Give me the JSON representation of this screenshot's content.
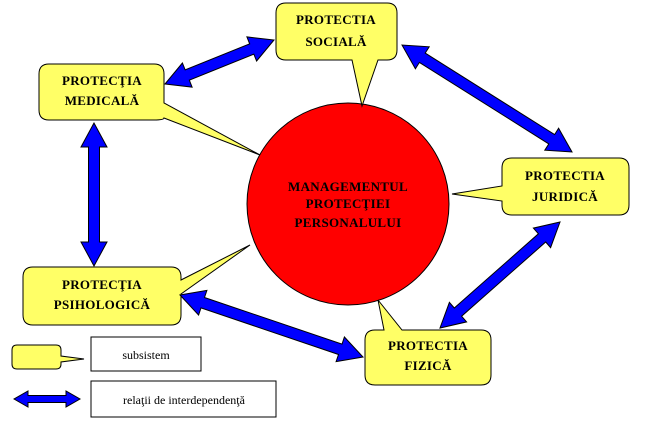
{
  "colors": {
    "callout_fill": "#ffff66",
    "callout_stroke": "#000000",
    "center_fill": "#ff0000",
    "arrow_fill": "#0000ff",
    "legend_box_fill": "#ffffff"
  },
  "center": {
    "line1": "MANAGEMENTUL",
    "line2": "PROTECŢIEI",
    "line3": "PERSONALULUI"
  },
  "nodes": {
    "sociala": {
      "line1": "PROTECTIA",
      "line2": "SOCIALĂ"
    },
    "medicala": {
      "line1": "PROTECŢIA",
      "line2": "MEDICALĂ"
    },
    "juridica": {
      "line1": "PROTECTIA",
      "line2": "JURIDICĂ"
    },
    "psihologica": {
      "line1": "PROTECŢIA",
      "line2": "PSIHOLOGICĂ"
    },
    "fizica": {
      "line1": "PROTECTIA",
      "line2": "FIZICĂ"
    }
  },
  "legend": {
    "subsystem_label": "subsistem",
    "relation_label": "relaţii de interdependenţă"
  }
}
